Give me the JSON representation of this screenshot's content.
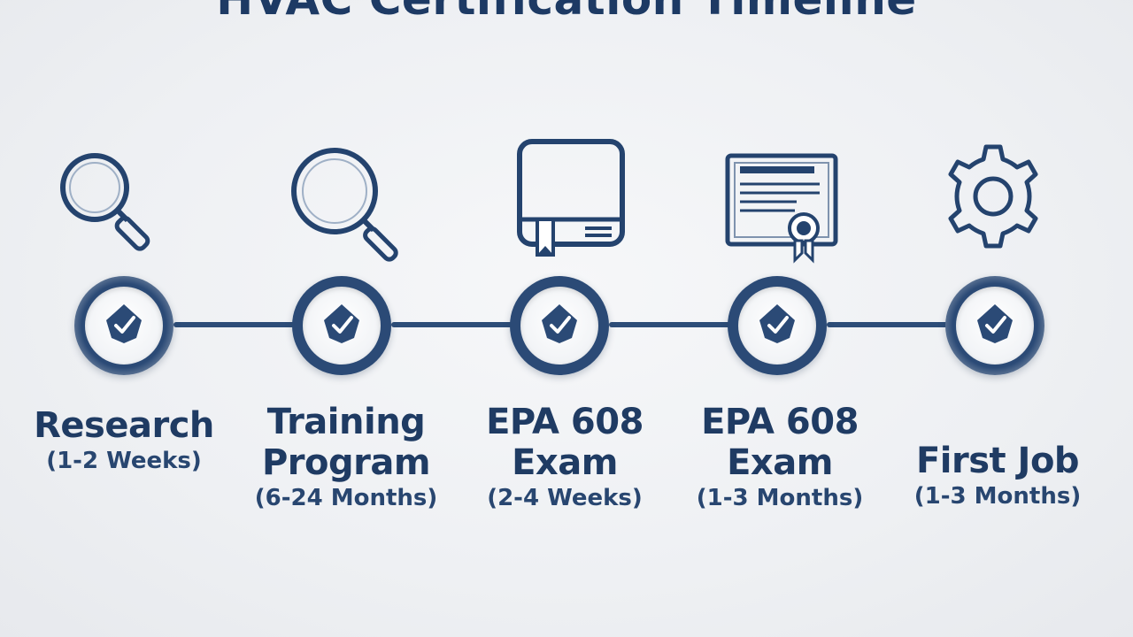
{
  "title": "HVAC Certification Timeline",
  "colors": {
    "primary": "#1f3b63",
    "line": "#2d4d78",
    "background": "#eef0f3"
  },
  "steps": [
    {
      "icon": "magnifying-glass-icon",
      "name_lines": [
        "Research"
      ],
      "duration": "(1-2 Weeks)"
    },
    {
      "icon": "magnifying-glass-icon",
      "name_lines": [
        "Training",
        "Program"
      ],
      "duration": "(6-24 Months)"
    },
    {
      "icon": "book-icon",
      "name_lines": [
        "EPA 608",
        "Exam"
      ],
      "duration": "(2-4 Weeks)"
    },
    {
      "icon": "certificate-icon",
      "name_lines": [
        "EPA 608",
        "Exam"
      ],
      "duration": "(1-3 Months)"
    },
    {
      "icon": "gear-icon",
      "name_lines": [
        "First Job"
      ],
      "duration": "(1-3 Months)"
    }
  ],
  "node_icon": "shield-check-icon"
}
